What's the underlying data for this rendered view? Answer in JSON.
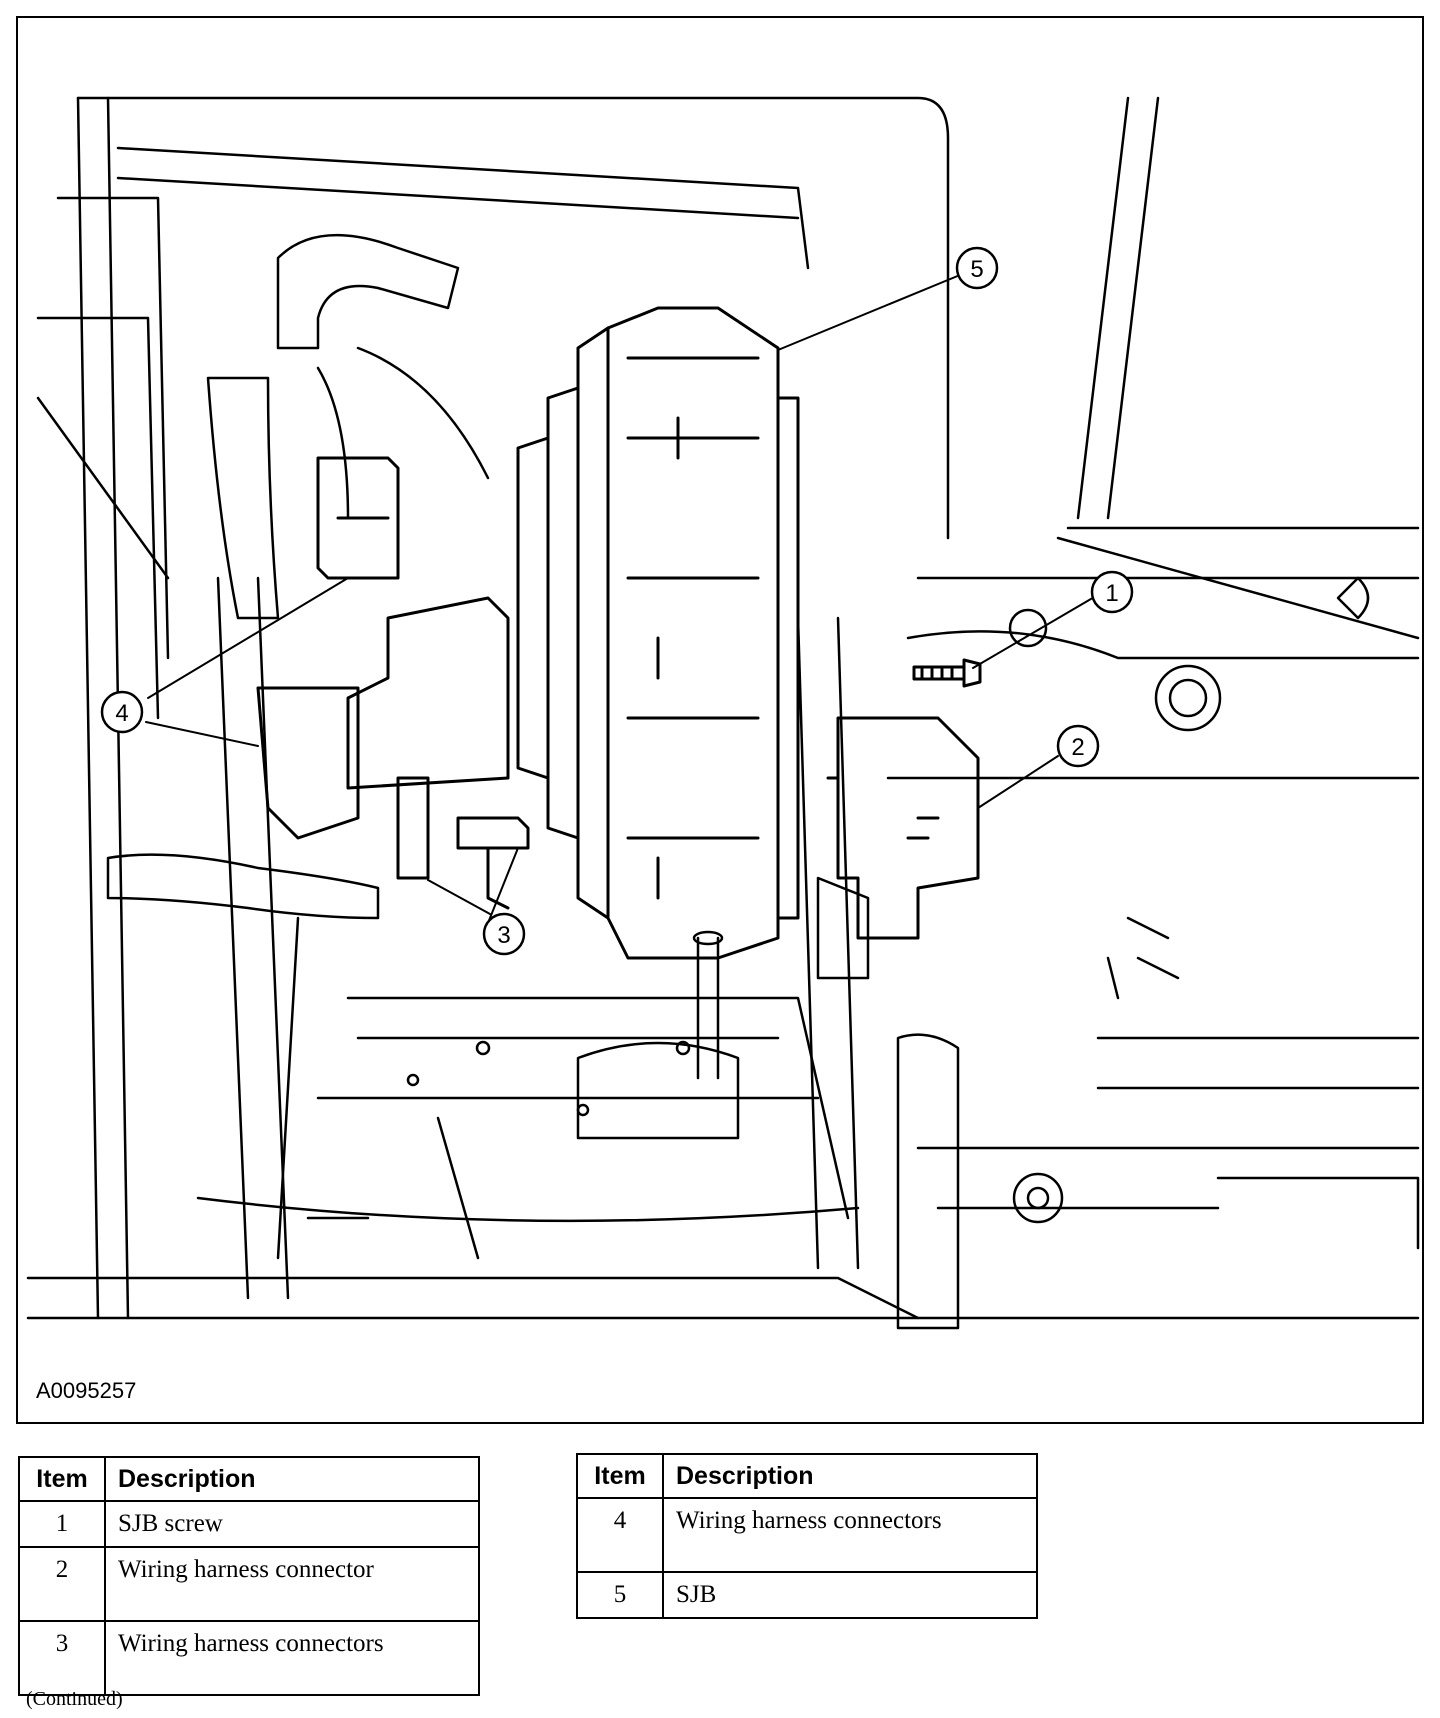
{
  "figure": {
    "id_label": "A0095257",
    "callouts": [
      {
        "number": "1",
        "target": "SJB screw"
      },
      {
        "number": "2",
        "target": "Wiring harness connector"
      },
      {
        "number": "3",
        "target": "Wiring harness connectors"
      },
      {
        "number": "4",
        "target": "Wiring harness connectors"
      },
      {
        "number": "5",
        "target": "SJB"
      }
    ]
  },
  "legend_left": {
    "headers": {
      "item": "Item",
      "description": "Description"
    },
    "rows": [
      {
        "item": "1",
        "description": "SJB screw"
      },
      {
        "item": "2",
        "description": "Wiring harness connector"
      },
      {
        "item": "3",
        "description": "Wiring harness connectors"
      }
    ]
  },
  "legend_right": {
    "headers": {
      "item": "Item",
      "description": "Description"
    },
    "rows": [
      {
        "item": "4",
        "description": "Wiring harness connectors"
      },
      {
        "item": "5",
        "description": "SJB"
      }
    ]
  },
  "footer": {
    "continued": "(Continued)"
  }
}
